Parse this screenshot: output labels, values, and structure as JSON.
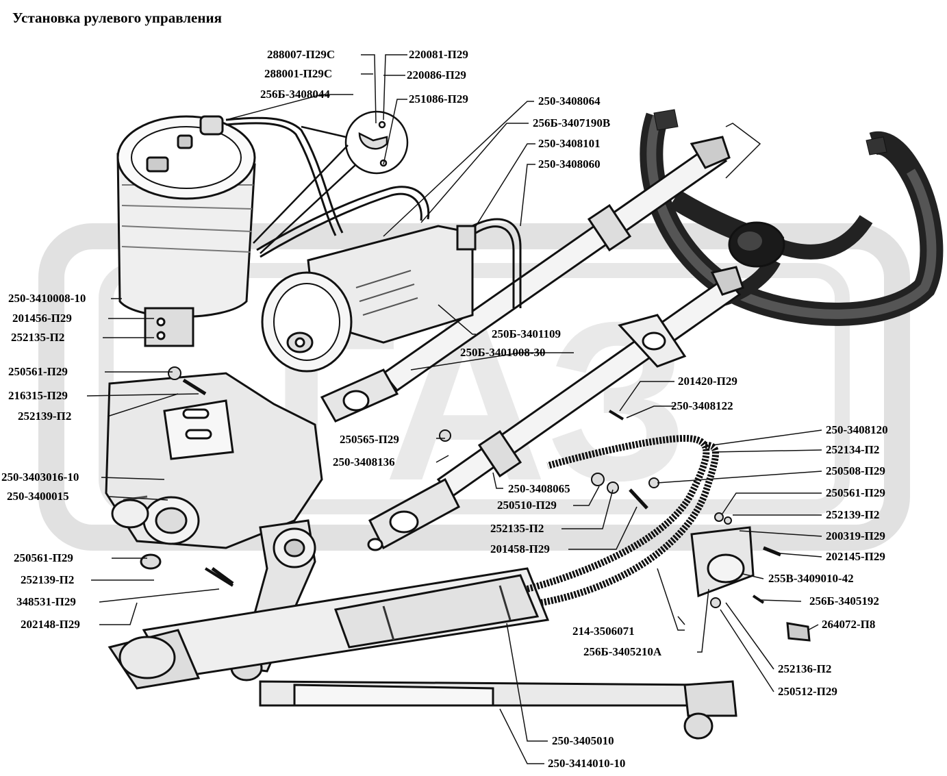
{
  "title": "Установка рулевого управления",
  "watermark": "ГАЗ",
  "labels": {
    "l_288007": "288007-П29С",
    "l_288001": "288001-П29С",
    "l_256b_3408044": "256Б-3408044",
    "l_220081": "220081-П29",
    "l_220086": "220086-П29",
    "l_251086": "251086-П29",
    "l_250_3408064": "250-3408064",
    "l_256b_3407190v": "256Б-3407190В",
    "l_250_3408101": "250-3408101",
    "l_250_3408060": "250-3408060",
    "l_250_3410008": "250-3410008-10",
    "l_201456": "201456-П29",
    "l_252135_a": "252135-П2",
    "l_250b_3401109": "250Б-3401109",
    "l_250b_3401008": "250Б-3401008-30",
    "l_250561_a": "250561-П29",
    "l_216315": "216315-П29",
    "l_252139_a": "252139-П2",
    "l_201420": "201420-П29",
    "l_250_3408122": "250-3408122",
    "l_250565": "250565-П29",
    "l_250_3408136": "250-3408136",
    "l_250_3408120": "250-3408120",
    "l_252134": "252134-П2",
    "l_250_3403016": "250-3403016-10",
    "l_250508": "250508-П29",
    "l_250_3400015": "250-3400015",
    "l_250_3408065": "250-3408065",
    "l_250561_b": "250561-П29",
    "l_250510": "250510-П29",
    "l_252139_b": "252139-П2",
    "l_252135_b": "252135-П2",
    "l_200319": "200319-П29",
    "l_201458": "201458-П29",
    "l_250561_c": "250561-П29",
    "l_202145": "202145-П29",
    "l_252139_c": "252139-П2",
    "l_255v": "255В-3409010-42",
    "l_348531": "348531-П29",
    "l_256b_3405192": "256Б-3405192",
    "l_202148": "202148-П29",
    "l_264072": "264072-П8",
    "l_214": "214-3506071",
    "l_256b_3405210a": "256Б-3405210А",
    "l_252136": "252136-П2",
    "l_250512": "250512-П29",
    "l_250_3405010": "250-3405010",
    "l_250_3414010": "250-3414010-10"
  }
}
